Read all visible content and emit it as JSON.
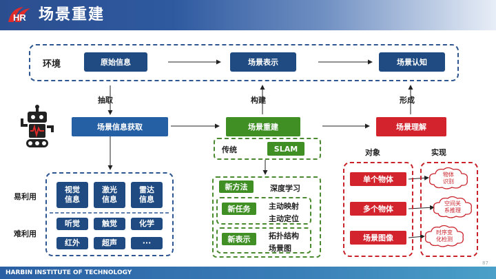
{
  "header": {
    "title": "场景重建",
    "logo_text": "HR"
  },
  "footer": {
    "text": "HARBIN INSTITUTE OF TECHNOLOGY",
    "page": "87"
  },
  "top_row": {
    "label": "环境",
    "box1": "原始信息",
    "box2": "场景表示",
    "box3": "场景认知"
  },
  "arrows": {
    "a1": "抽取",
    "a2": "构建",
    "a3": "形成"
  },
  "middle_row": {
    "box1": "场景信息获取",
    "box2": "场景重建",
    "box3": "场景理解"
  },
  "left_panel": {
    "row_label_easy": "易利用",
    "row_label_hard": "难利用",
    "easy_cells": [
      "视觉\n信息",
      "激光\n信息",
      "雷达\n信息"
    ],
    "hard_cells": [
      "听觉",
      "触觉",
      "化学",
      "红外",
      "超声",
      "···"
    ]
  },
  "center_panel": {
    "traditional": "传统",
    "slam": "SLAM",
    "new_method": "新方法",
    "deep_learning": "深度学习",
    "new_task": "新任务",
    "active_mapping": "主动映射",
    "active_localization": "主动定位",
    "new_repr": "新表示",
    "topology": "拓扑结构",
    "scene_graph": "场景图"
  },
  "right_panel": {
    "col_object": "对象",
    "col_impl": "实现",
    "items": [
      "单个物体",
      "多个物体",
      "场景图像"
    ],
    "clouds": [
      "物体\n识别",
      "空间关\n系推理",
      "时序变\n化检测"
    ]
  },
  "colors": {
    "navy": "#1f4b82",
    "green": "#3f8f25",
    "red": "#d3232c"
  }
}
